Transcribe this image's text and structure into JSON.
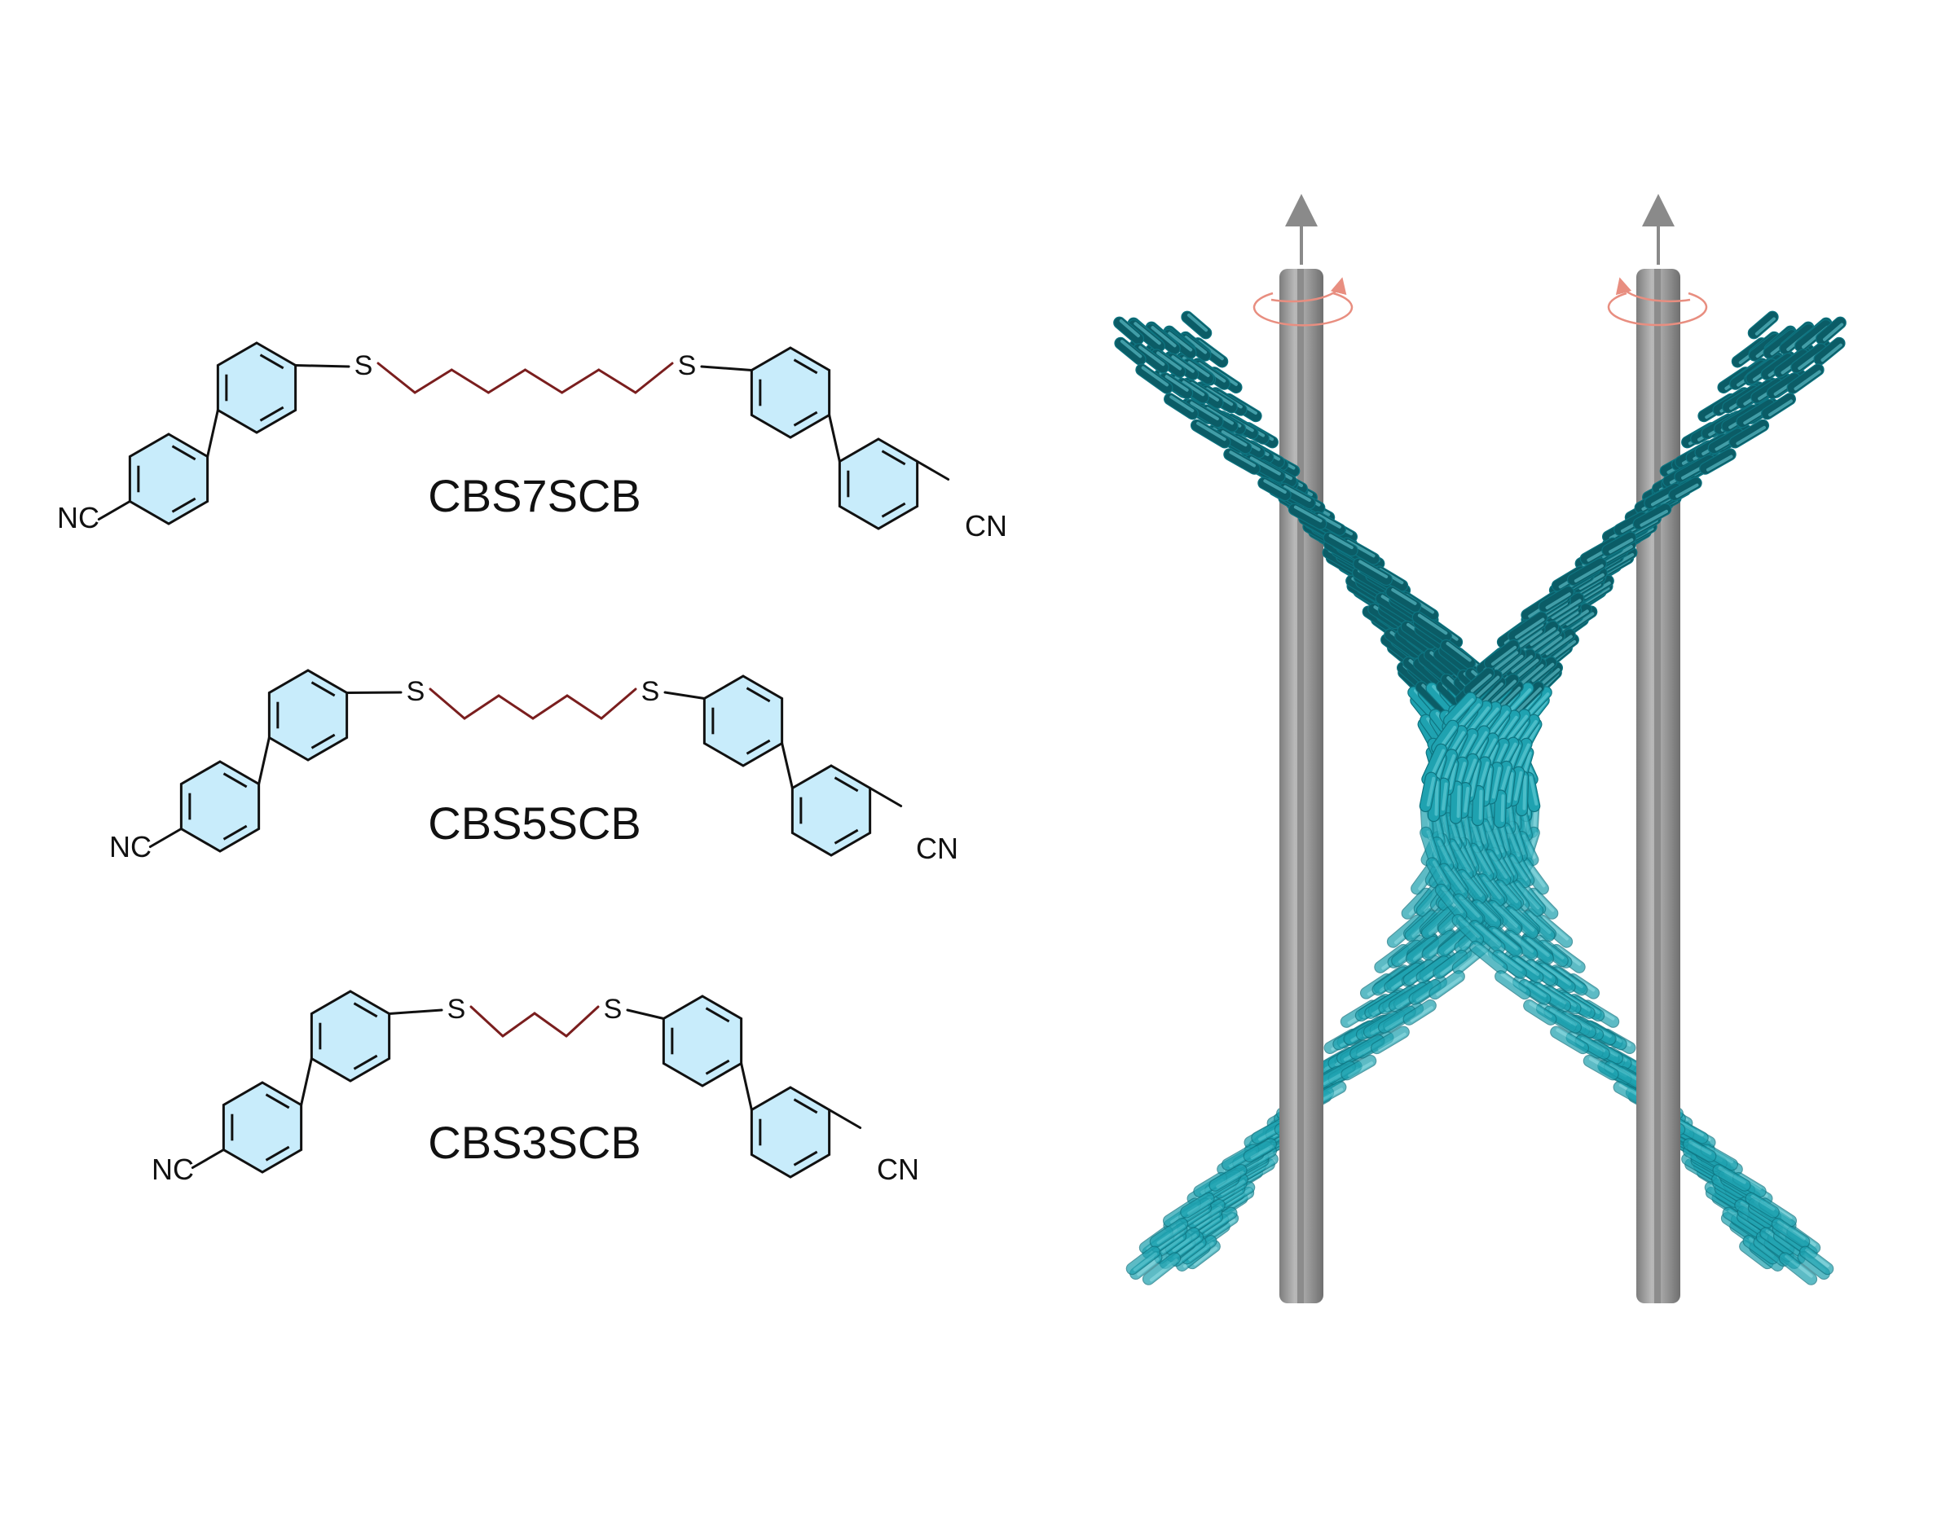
{
  "palette": {
    "ring_fill": "#c8ecfb",
    "bond": "#111111",
    "linker": "#7a1e1e",
    "helix": "#1fa2b0",
    "helix_dark": "#0b5c66",
    "rod": "#9b9b9b",
    "rod_dark": "#808080",
    "arrow": "#8a8a8a",
    "rotation": "#e88e80"
  },
  "molecules": [
    {
      "name": "CBS7SCB",
      "linker_atoms": 7,
      "left_group": "NC",
      "right_group": "CN",
      "sulfur": "S"
    },
    {
      "name": "CBS5SCB",
      "linker_atoms": 5,
      "left_group": "NC",
      "right_group": "CN",
      "sulfur": "S"
    },
    {
      "name": "CBS3SCB",
      "linker_atoms": 3,
      "left_group": "NC",
      "right_group": "CN",
      "sulfur": "S"
    }
  ],
  "helices": [
    {
      "handedness": "left",
      "rotation_arrow": "counterclockwise",
      "helix_icon": "twisted-helix-icon",
      "rod_icon": "helical-axis-rod-icon"
    },
    {
      "handedness": "right",
      "rotation_arrow": "clockwise",
      "helix_icon": "twisted-helix-icon",
      "rod_icon": "helical-axis-rod-icon"
    }
  ]
}
